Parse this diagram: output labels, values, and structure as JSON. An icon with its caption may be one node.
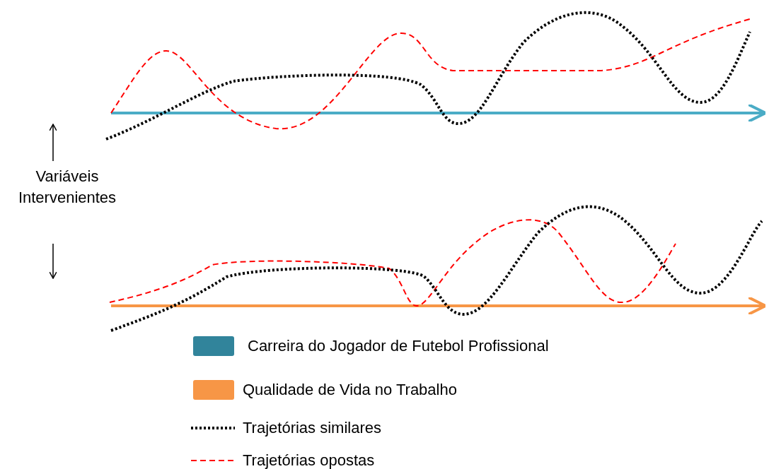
{
  "diagram": {
    "labels": [
      "Variáveis Intervenientes"
    ],
    "legend": [
      {
        "text": "Carreira do Jogador de Futebol Profissional",
        "color": "#31849b"
      },
      {
        "text": "Qualidade de Vida no Trabalho",
        "color": "#f79646"
      },
      {
        "text": "Trajetórias similares"
      },
      {
        "text": "Trajetórias opostas"
      }
    ]
  }
}
